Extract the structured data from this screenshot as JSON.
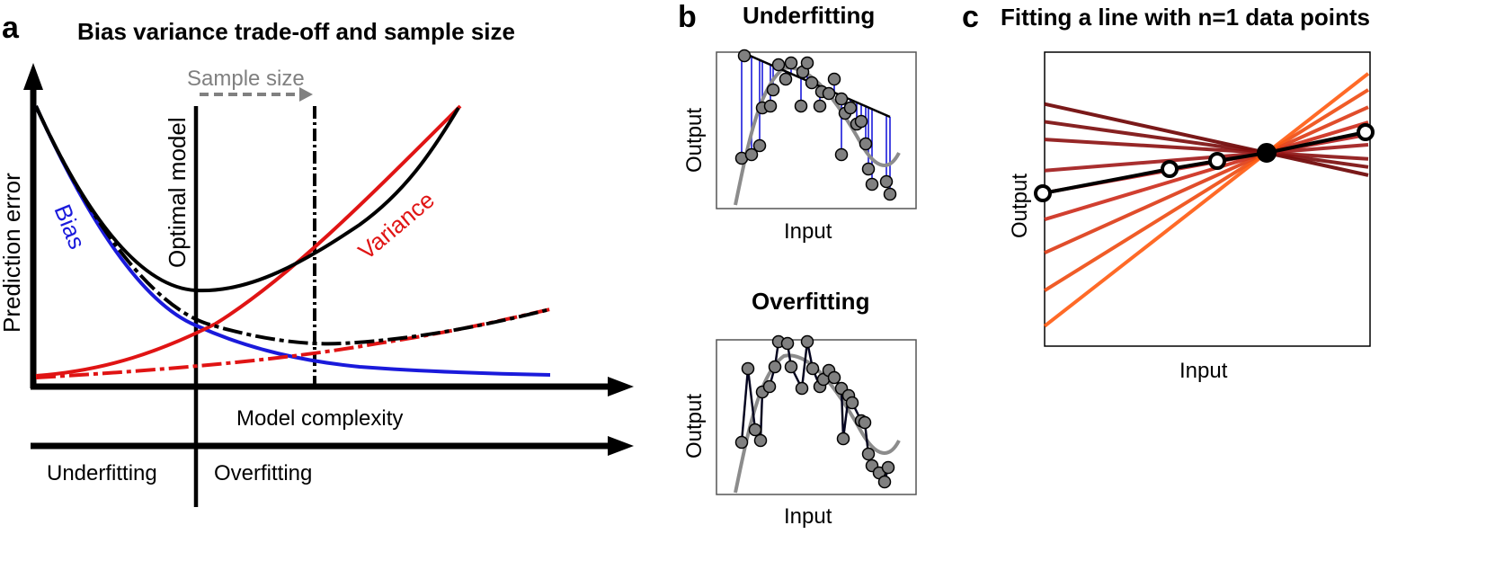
{
  "panel_a": {
    "letter": "a",
    "title": "Bias variance trade-off and sample size",
    "y_axis_label": "Prediction error",
    "x_axis_label": "Model complexity",
    "sample_size_label": "Sample size",
    "optimal_model_label": "Optimal model",
    "bias_label": "Bias",
    "variance_label": "Variance",
    "underfitting_label": "Underfitting",
    "overfitting_label": "Overfitting"
  },
  "panel_b": {
    "letter": "b",
    "top_title": "Underfitting",
    "bottom_title": "Overfitting",
    "x_label": "Input",
    "y_label": "Output"
  },
  "panel_c": {
    "letter": "c",
    "title": "Fitting a line with n=1 data points",
    "x_label": "Input",
    "y_label": "Output"
  },
  "colors": {
    "bias": "#1a1adb",
    "variance": "#e01414",
    "total": "#000000",
    "arrow_gray": "#808080",
    "point_fill": "#808080",
    "true_curve": "#8c8c8c",
    "residual": "#1a1adb"
  },
  "icons": [
    "dashed-arrow-right-icon",
    "axis-arrow-icon"
  ]
}
